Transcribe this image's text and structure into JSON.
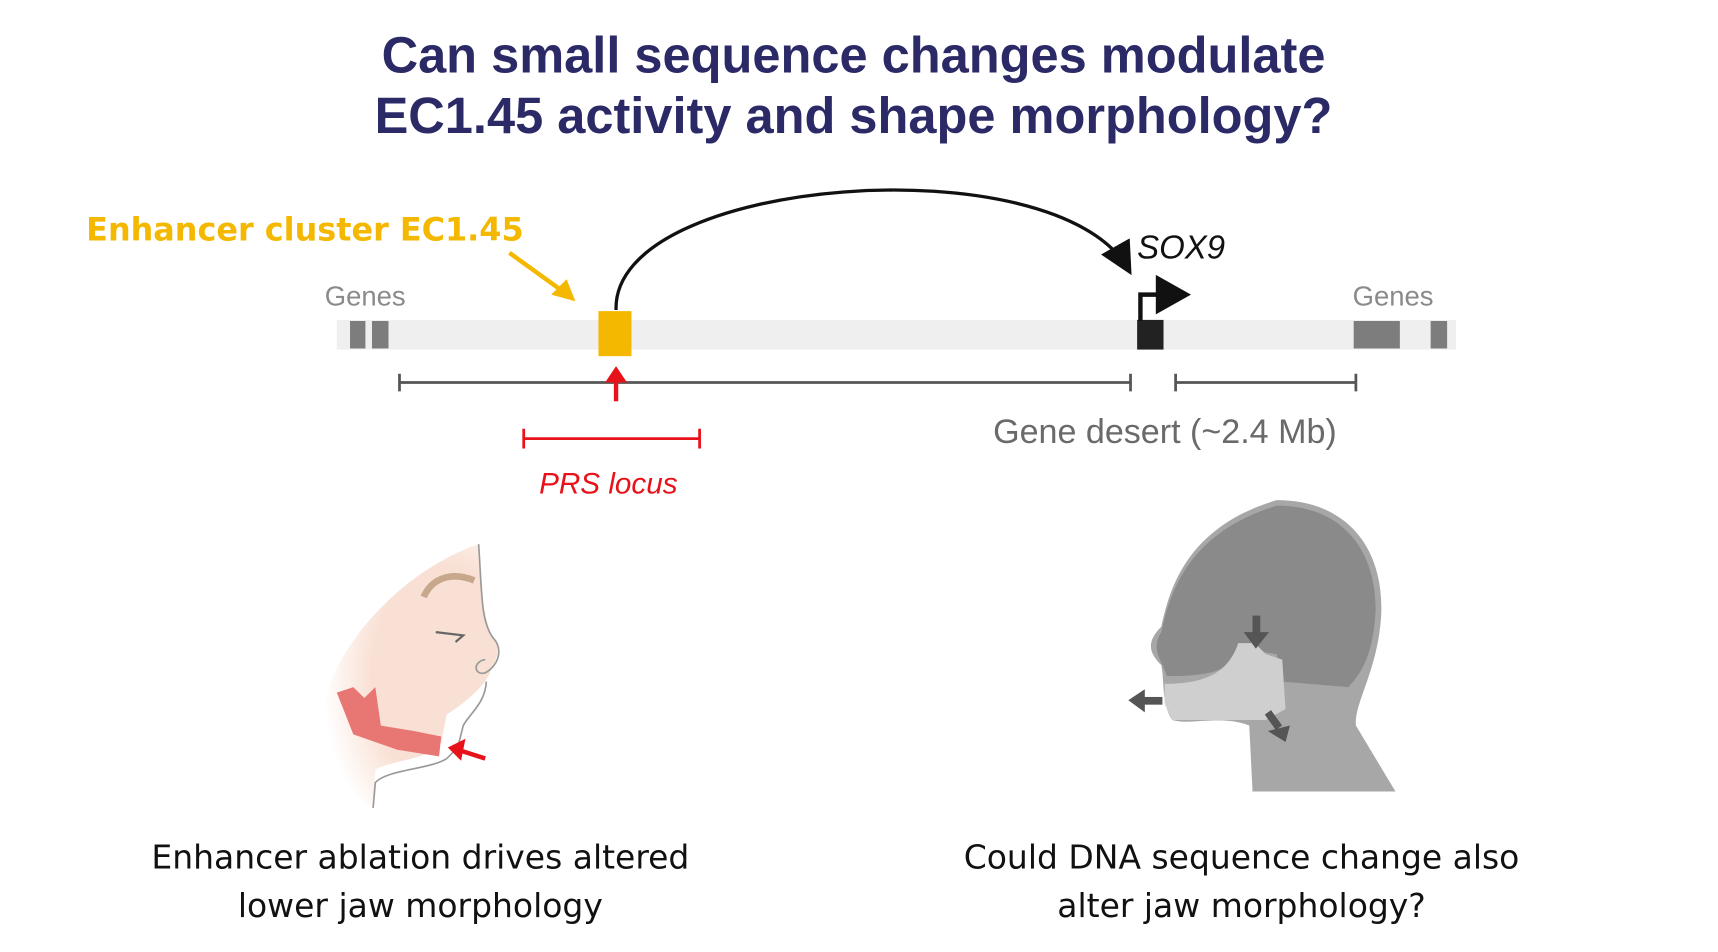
{
  "title": {
    "line1": "Can small sequence changes modulate",
    "line2": "EC1.45 activity and shape morphology?"
  },
  "locus": {
    "enhancer_label": "Enhancer cluster EC1.45",
    "genes_left": "Genes",
    "genes_right": "Genes",
    "gene_label": "SOX9",
    "desert_label": "Gene desert (~2.4 Mb)",
    "prs_label": "PRS locus"
  },
  "captions": {
    "left_line1": "Enhancer ablation drives altered",
    "left_line2": "lower jaw morphology",
    "right_line1": "Could DNA sequence change also",
    "right_line2": "alter jaw morphology?"
  },
  "colors": {
    "title": "#2b2a66",
    "enhancer": "#f5b800",
    "prs": "#e8121b",
    "skin": "#f9e0d4",
    "jaw": "#e87673"
  }
}
